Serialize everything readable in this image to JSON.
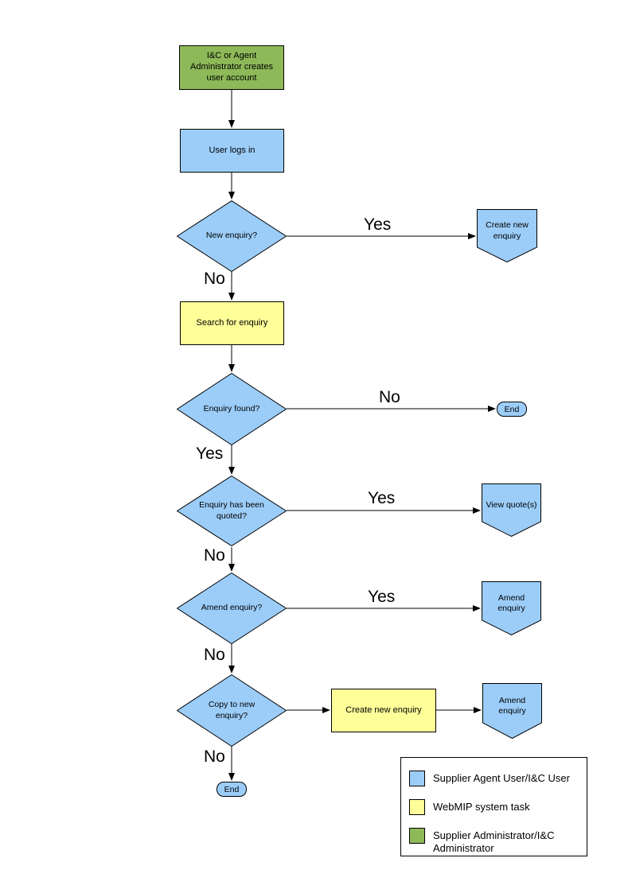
{
  "colors": {
    "user_task": "#9CCDF9",
    "system_task": "#FFFF99",
    "admin_task": "#8DB958",
    "outline": "#000000"
  },
  "nodes": {
    "admin_creates_account": "I&C or Agent Administrator creates user account",
    "user_logs_in": "User logs in",
    "new_enquiry_q": "New enquiry?",
    "create_new_enquiry": "Create new enquiry",
    "search_for_enquiry": "Search for enquiry",
    "enquiry_found_q": "Enquiry found?",
    "end_1": "End",
    "enquiry_quoted_q": "Enquiry has been quoted?",
    "view_quotes": "View quote(s)",
    "amend_enquiry_q": "Amend enquiry?",
    "amend_enquiry_1": "Amend enquiry",
    "copy_to_new_enquiry_q": "Copy to new enquiry?",
    "create_new_enquiry_2": "Create new enquiry",
    "amend_enquiry_2": "Amend enquiry",
    "end_2": "End"
  },
  "edge_labels": {
    "yes": "Yes",
    "no": "No"
  },
  "legend": {
    "items": [
      {
        "label": "Supplier Agent User/I&C User",
        "color": "#9CCDF9"
      },
      {
        "label": "WebMIP system task",
        "color": "#FFFF99"
      },
      {
        "label": "Supplier Administrator/I&C Administrator",
        "color": "#8DB958"
      }
    ]
  }
}
